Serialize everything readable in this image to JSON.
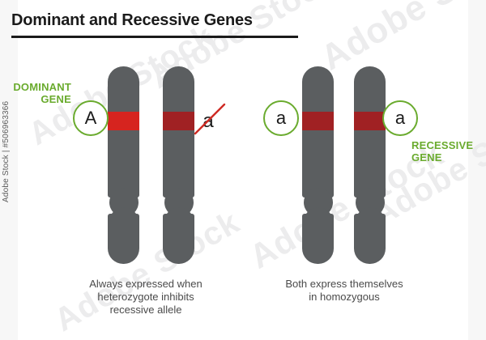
{
  "title": "Dominant and Recessive Genes",
  "colors": {
    "chromosome_gray": "#5b5e60",
    "band_bright_red": "#d6241f",
    "band_dark_red": "#a02123",
    "label_green": "#6aab2e",
    "title_black": "#1b1b1b",
    "caption_gray": "#4a4a4a",
    "slash_red": "#cf2b24"
  },
  "left_panel": {
    "label": {
      "line1": "DOMINANT",
      "line2": "GENE"
    },
    "alleles": [
      {
        "symbol": "A",
        "circled": true,
        "crossed_out": false
      },
      {
        "symbol": "a",
        "circled": false,
        "crossed_out": true
      }
    ],
    "chromosomes": [
      {
        "band_color": "#d6241f"
      },
      {
        "band_color": "#a02123"
      }
    ],
    "caption": {
      "line1": "Always expressed when",
      "line2": "heterozygote inhibits",
      "line3": "recessive allele"
    }
  },
  "right_panel": {
    "label": {
      "line1": "RECESSIVE",
      "line2": "GENE"
    },
    "alleles": [
      {
        "symbol": "a",
        "circled": true,
        "crossed_out": false
      },
      {
        "symbol": "a",
        "circled": true,
        "crossed_out": false
      }
    ],
    "chromosomes": [
      {
        "band_color": "#a02123"
      },
      {
        "band_color": "#a02123"
      }
    ],
    "caption": {
      "line1": "Both express themselves",
      "line2": "in homozygous"
    }
  },
  "watermarks": {
    "side": "Adobe Stock | #506963366",
    "diagonal": "Adobe Stock"
  }
}
